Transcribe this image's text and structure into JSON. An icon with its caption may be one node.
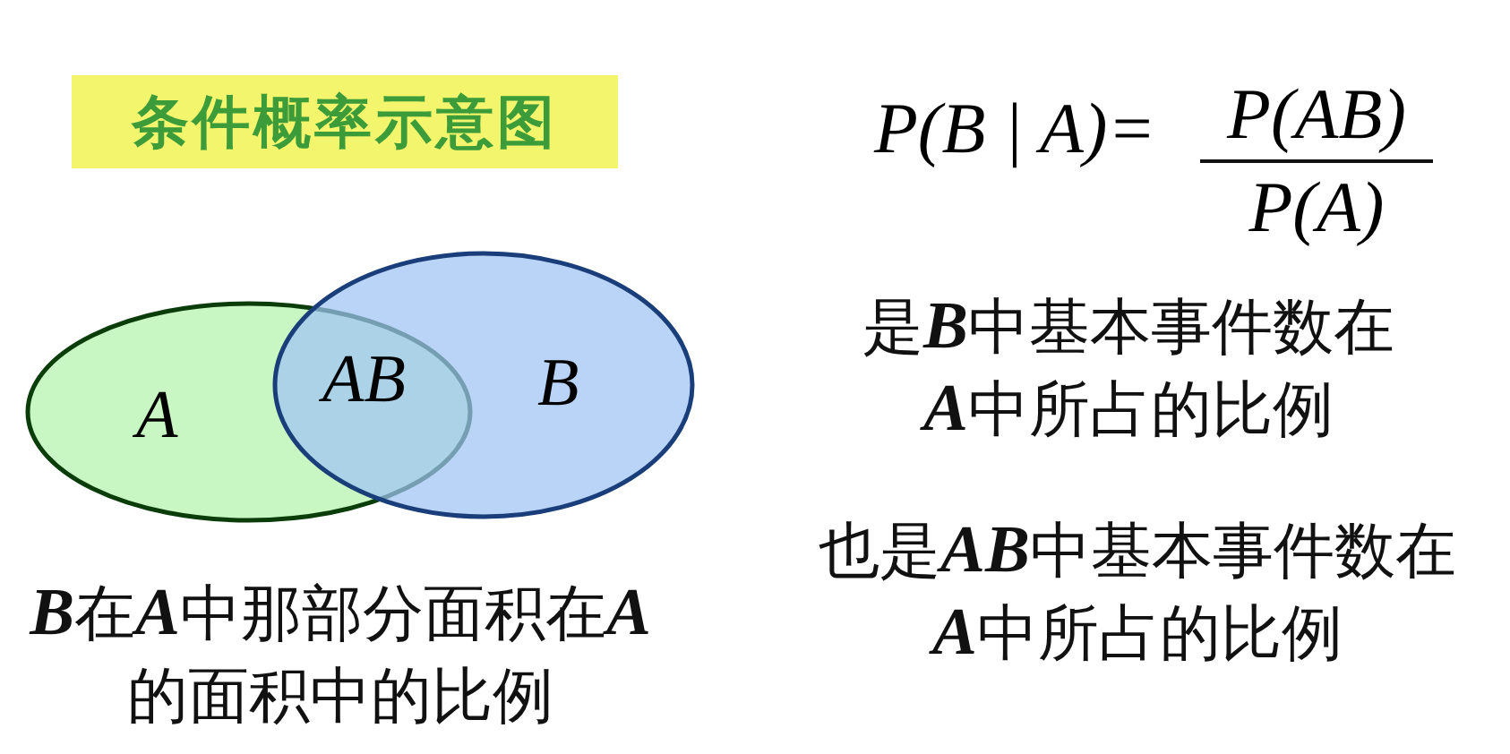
{
  "diagram": {
    "title": "条件概率示意图",
    "nodes": [
      {
        "text": [
          "A"
        ]
      },
      {
        "text": [
          "B"
        ]
      }
    ],
    "labels": [
      "AB",
      "P(B | A)=",
      "P(AB)",
      "P(A)",
      "是**B**中基本事件数在**A**中所占的比例",
      "也是**AB**中基本事件数在**A**中所占的比例",
      "**B**在**A**中那部分面积在**A**的面积中的比例"
    ]
  }
}
